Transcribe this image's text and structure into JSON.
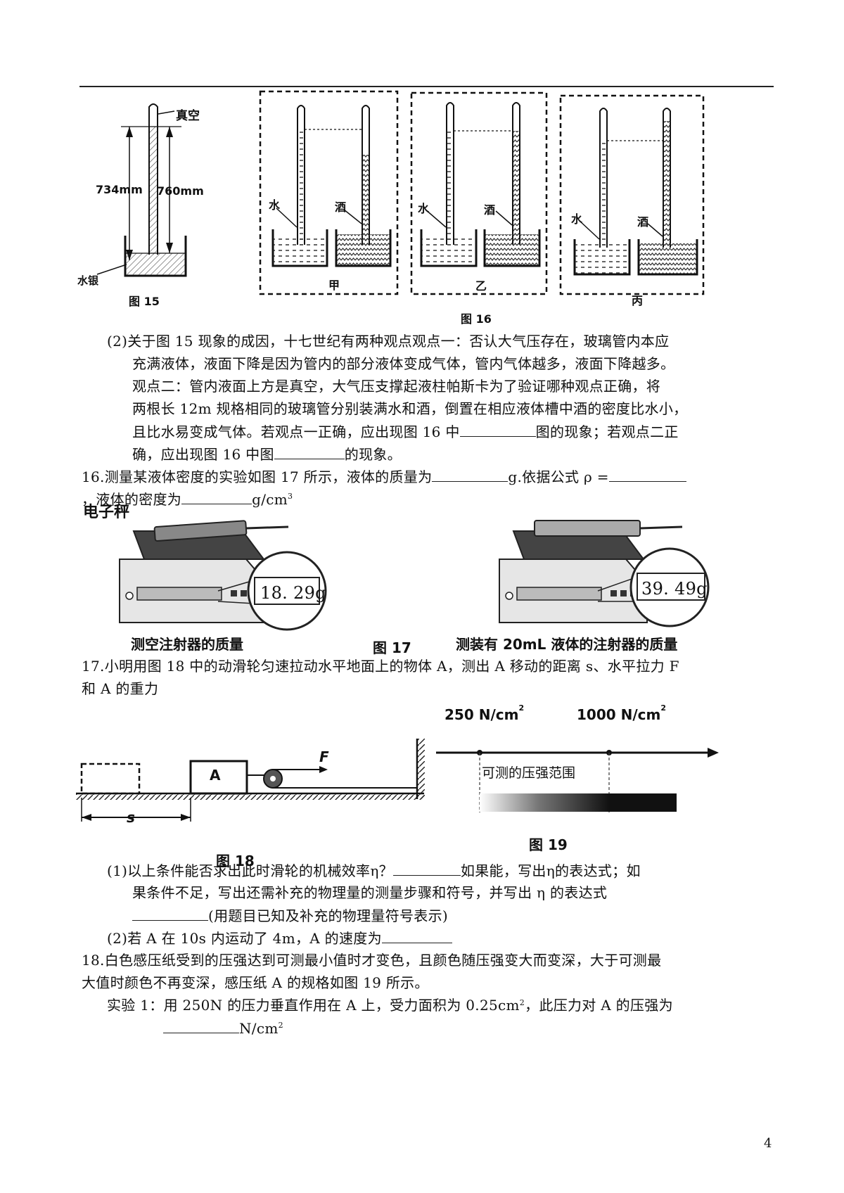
{
  "fig15": {
    "label_vacuum": "真空",
    "label_734": "734mm",
    "label_760": "760mm",
    "label_mercury": "水银",
    "caption": "图 15"
  },
  "fig16": {
    "panels": [
      "甲",
      "乙",
      "丙"
    ],
    "label_water": "水",
    "label_alcohol": "酒",
    "caption": "图 16"
  },
  "q15_2": {
    "line1": "(2)关于图 15 现象的成因，十七世纪有两种观点观点一：否认大气压存在，玻璃管内本应",
    "line2": "充满液体，液面下降是因为管内的部分液体变成气体，管内气体越多，液面下降越多。",
    "line3": "观点二：管内液面上方是真空，大气压支撑起液柱帕斯卡为了验证哪种观点正确，将",
    "line4": "两根长 12m 规格相同的玻璃管分别装满水和酒，倒置在相应液体槽中酒的密度比水小，",
    "line5a": "且比水易变成气体。若观点一正确，应出现图 16 中",
    "line5b": "图的现象；若观点二正",
    "line6a": "确，应出现图 16 中图",
    "line6b": "的现象。"
  },
  "q16": {
    "line1a": "16.测量某液体密度的实验如图 17 所示，液体的质量为",
    "line1b": "g.依据公式 ρ =",
    "line2a": "，液体的密度为",
    "line2b": "g/cm",
    "line2sup": "3"
  },
  "fig17": {
    "scale_label": "电子秤",
    "reading_left": "18. 29g",
    "reading_right": "39. 49g",
    "caption_left": "测空注射器的质量",
    "caption": "图 17",
    "caption_right": "测装有 20mL 液体的注射器的质量"
  },
  "q17": {
    "line1": "17.小明用图 18 中的动滑轮匀速拉动水平地面上的物体 A，测出 A 移动的距离 s、水平拉力 F",
    "line2": "和 A 的重力"
  },
  "fig18": {
    "block_label": "A",
    "force_label": "F",
    "distance_label": "s",
    "caption": "图 18"
  },
  "fig19": {
    "min_label": "250 N/cm",
    "max_label": "1000 N/cm",
    "sup": "2",
    "range_label": "可测的压强范围",
    "caption": "图 19"
  },
  "q17_1": {
    "line1a": "(1)以上条件能否求出此时滑轮的机械效率η？",
    "line1b": "如果能，写出η的表达式；如",
    "line2": "果条件不足，写出还需补充的物理量的测量步骤和符号，并写出 η 的表达式",
    "line3": "(用题目已知及补充的物理量符号表示)"
  },
  "q17_2": {
    "line1": "(2)若 A 在 10s 内运动了 4m，A 的速度为"
  },
  "q18": {
    "line1": "18.白色感压纸受到的压强达到可测最小值时才变色，且颜色随压强变大而变深，大于可测最",
    "line2": "大值时颜色不再变深，感压纸 A 的规格如图 19 所示。",
    "line3a": "实验 1：用 250N 的压力垂直作用在 A 上，受力面积为 0.25cm",
    "line3sup": "2",
    "line3b": "，此压力对 A 的压强为",
    "line4": "N/cm",
    "line4sup": "2"
  },
  "page_number": "4"
}
